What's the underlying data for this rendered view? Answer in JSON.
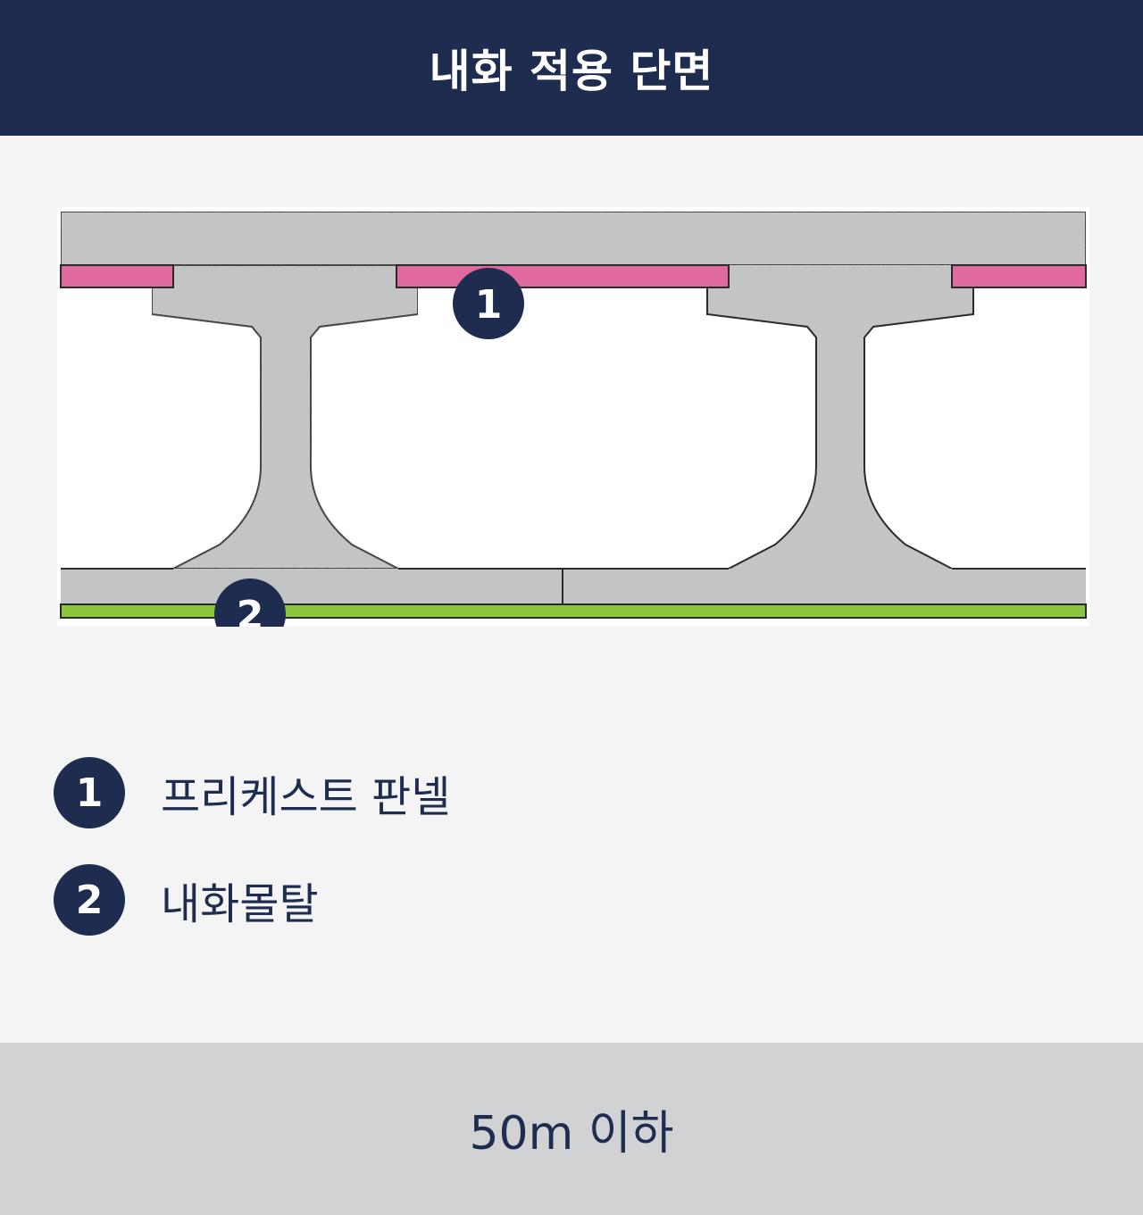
{
  "header": {
    "title": "내화 적용 단면"
  },
  "diagram": {
    "callouts": [
      {
        "number": "1"
      },
      {
        "number": "2"
      }
    ],
    "colors": {
      "concrete": "#c4c6c6",
      "precast_panel": "#e06aa0",
      "fire_mortar": "#8cc63f",
      "outline": "#2a2a2a",
      "badge": "#1e2d4f"
    }
  },
  "legend": {
    "items": [
      {
        "number": "1",
        "label": "프리케스트 판넬"
      },
      {
        "number": "2",
        "label": "내화몰탈"
      }
    ]
  },
  "footer": {
    "text": "50m 이하"
  }
}
